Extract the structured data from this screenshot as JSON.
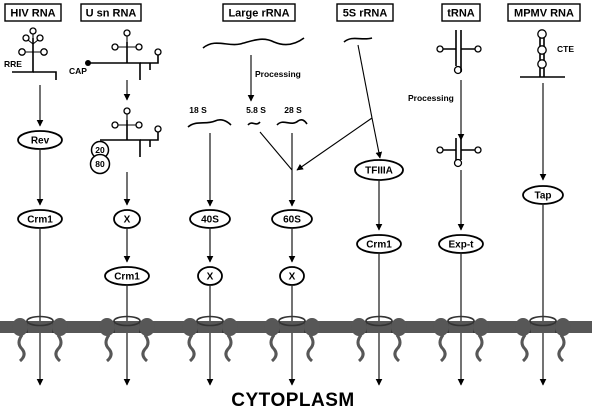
{
  "headers": {
    "hiv": "HIV RNA",
    "usn": "U sn RNA",
    "large": "Large rRNA",
    "five_s": "5S rRNA",
    "trna": "tRNA",
    "mpmv": "MPMV RNA"
  },
  "labels": {
    "rre": "RRE",
    "cap": "CAP",
    "cte": "CTE",
    "processing_large": "Processing",
    "processing_trna": "Processing",
    "r18s": "18 S",
    "r58s": "5.8 S",
    "r28s": "28 S",
    "cbc20": "20",
    "cbc80": "80"
  },
  "nodes": {
    "rev": "Rev",
    "crm1_hiv": "Crm1",
    "x_usn": "X",
    "crm1_usn": "Crm1",
    "s40": "40S",
    "x_40s": "X",
    "s60": "60S",
    "x_60s": "X",
    "tfiiia": "TFIIIA",
    "crm1_5s": "Crm1",
    "expt": "Exp-t",
    "tap": "Tap"
  },
  "footer": "CYTOPLASM",
  "colors": {
    "membrane": "#575757",
    "ink": "#000000"
  }
}
